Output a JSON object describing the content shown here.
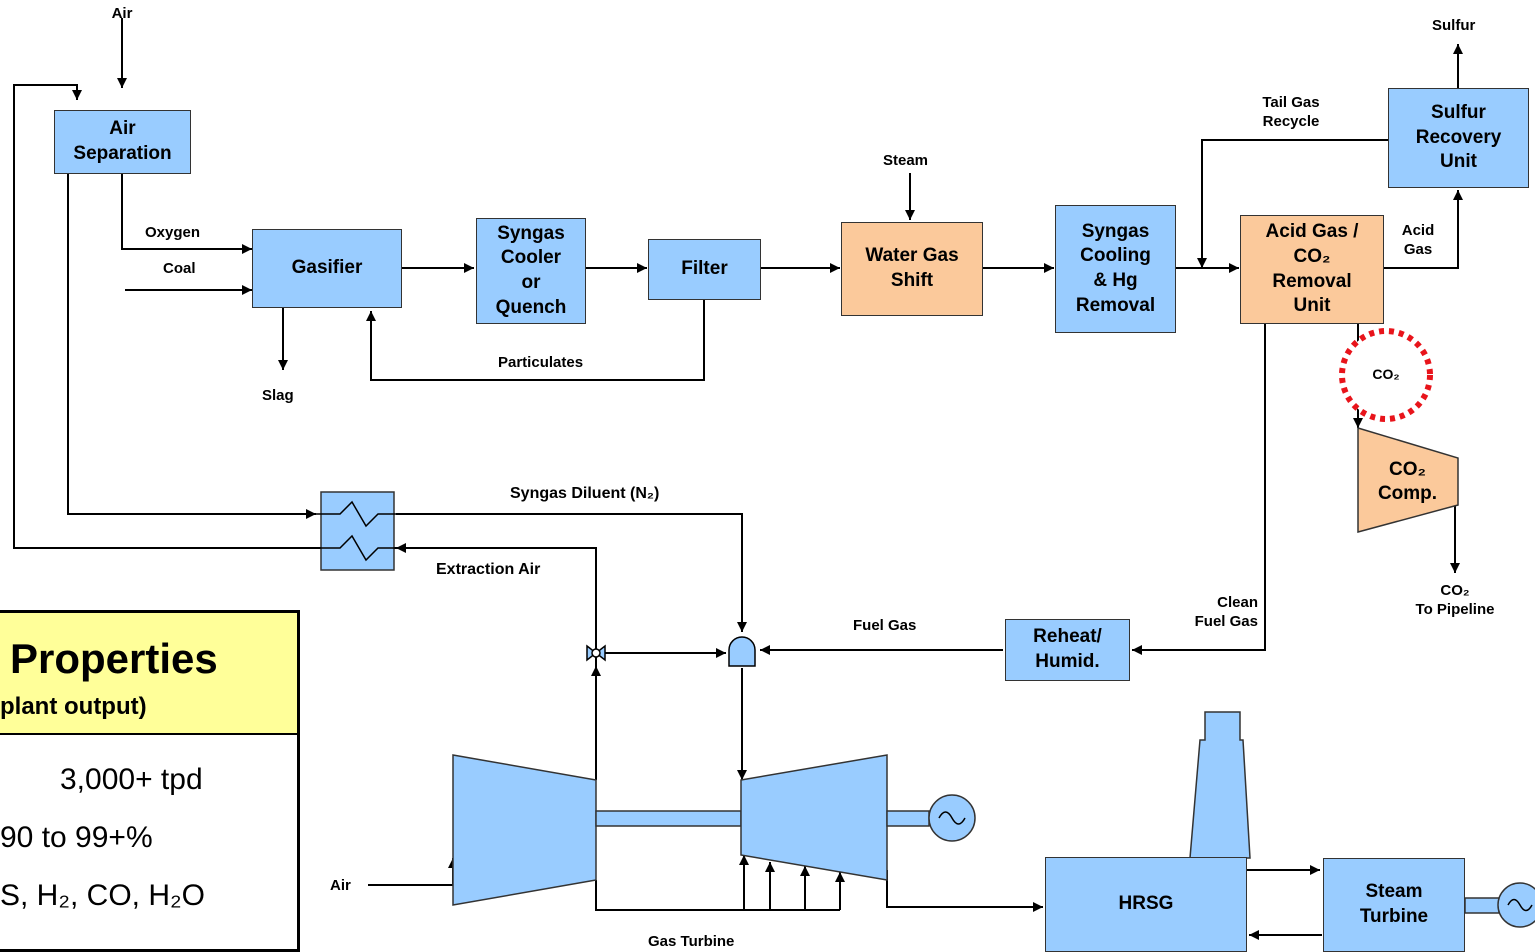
{
  "inputs": {
    "air_top": "Air",
    "coal": "Coal",
    "steam": "Steam",
    "air_bottom": "Air"
  },
  "units": {
    "air_separation": [
      "Air",
      "Separation"
    ],
    "gasifier": "Gasifier",
    "syngas_cooler": [
      "Syngas",
      "Cooler",
      "or",
      "Quench"
    ],
    "filter": "Filter",
    "water_gas_shift": [
      "Water Gas",
      "Shift"
    ],
    "syngas_cooling": [
      "Syngas",
      "Cooling",
      "& Hg",
      "Removal"
    ],
    "acid_gas_removal": [
      "Acid Gas /",
      "CO₂",
      "Removal",
      "Unit"
    ],
    "sulfur_recovery": [
      "Sulfur",
      "Recovery",
      "Unit"
    ],
    "reheat": [
      "Reheat/",
      "Humid."
    ],
    "co2_comp": [
      "CO₂",
      "Comp."
    ],
    "hrsg": "HRSG",
    "steam_turbine": [
      "Steam",
      "Turbine"
    ],
    "gas_turbine": "Gas Turbine"
  },
  "streams": {
    "oxygen": "Oxygen",
    "slag": "Slag",
    "particulates": "Particulates",
    "tail_gas": [
      "Tail Gas",
      "Recycle"
    ],
    "sulfur": "Sulfur",
    "acid_gas": [
      "Acid",
      "Gas"
    ],
    "co2": "CO₂",
    "co2_pipeline": [
      "CO₂",
      "To Pipeline"
    ],
    "clean_fuel_gas": [
      "Clean",
      "Fuel Gas"
    ],
    "fuel_gas": "Fuel Gas",
    "syngas_diluent": "Syngas Diluent (N₂)",
    "extraction_air": "Extraction Air"
  },
  "properties_panel": {
    "title": "Properties",
    "subtitle": "plant output)",
    "rows": [
      "3,000+ tpd",
      "90 to 99+%",
      "S, H₂, CO, H₂O"
    ]
  },
  "colors": {
    "blue_unit": "#99ccff",
    "orange_unit": "#fbc99b",
    "panel_header": "#ffff99",
    "co2_highlight": "#e8141b"
  }
}
